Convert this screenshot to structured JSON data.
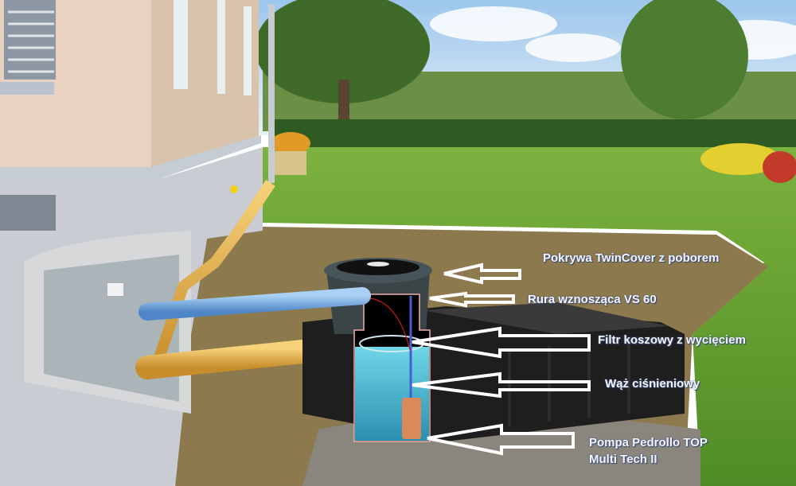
{
  "image": {
    "subject": "Rainwater harvesting tank installation diagram beside a house",
    "colors": {
      "sky": "#cfe3f5",
      "grass": "#6aa232",
      "soil": "#8c7a4e",
      "gravel": "#8a867d",
      "wall_upper": "#e9d3c0",
      "wall_lower": "#c9cdd3",
      "tank": "#1e1e1e",
      "water": "#3fb6cf",
      "pipe_yellow": "#e7b446",
      "pipe_blue": "#7fb1e6",
      "label_text": "#f4f6ff"
    }
  },
  "labels": [
    {
      "id": "cover",
      "text": "Pokrywa TwinCover z poborem"
    },
    {
      "id": "riser",
      "text": "Rura wznosząca VS 60"
    },
    {
      "id": "filter",
      "text": "Filtr koszowy z wycięciem"
    },
    {
      "id": "hose",
      "text": "Wąż ciśnieniowy"
    },
    {
      "id": "pump_line1",
      "text": "Pompa Pedrollo TOP"
    },
    {
      "id": "pump_line2",
      "text": "Multi Tech II"
    }
  ]
}
